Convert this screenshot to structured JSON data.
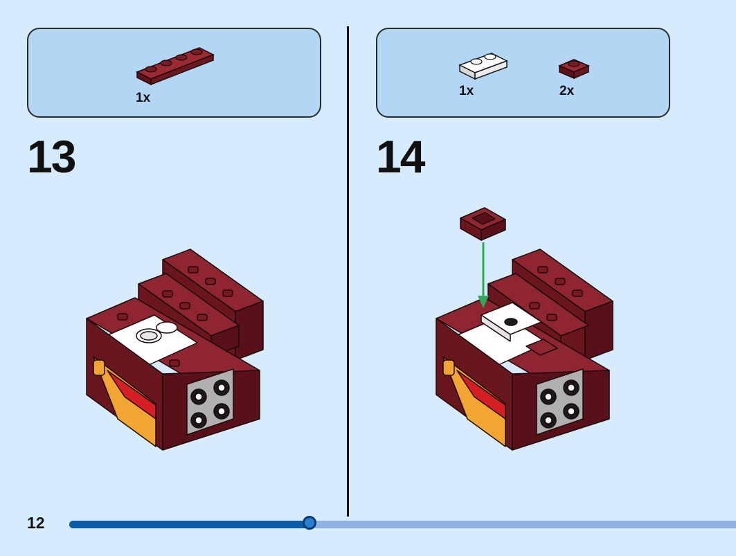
{
  "steps": [
    {
      "number": "13",
      "parts": [
        {
          "qty": "1x",
          "piece": "plate-1x4-dark-red"
        }
      ]
    },
    {
      "number": "14",
      "parts": [
        {
          "qty": "1x",
          "piece": "plate-1x2-white"
        },
        {
          "qty": "2x",
          "piece": "plate-1x1-dark-red"
        }
      ]
    }
  ],
  "footer": {
    "page_number": "12",
    "progress": 0.36
  },
  "colors": {
    "background": "#d6ebfb",
    "parts_box": "#b3d6f4",
    "brick": "#7a1a22",
    "arrow": "#2fa85a",
    "progress_fill": "#0a5cab"
  }
}
